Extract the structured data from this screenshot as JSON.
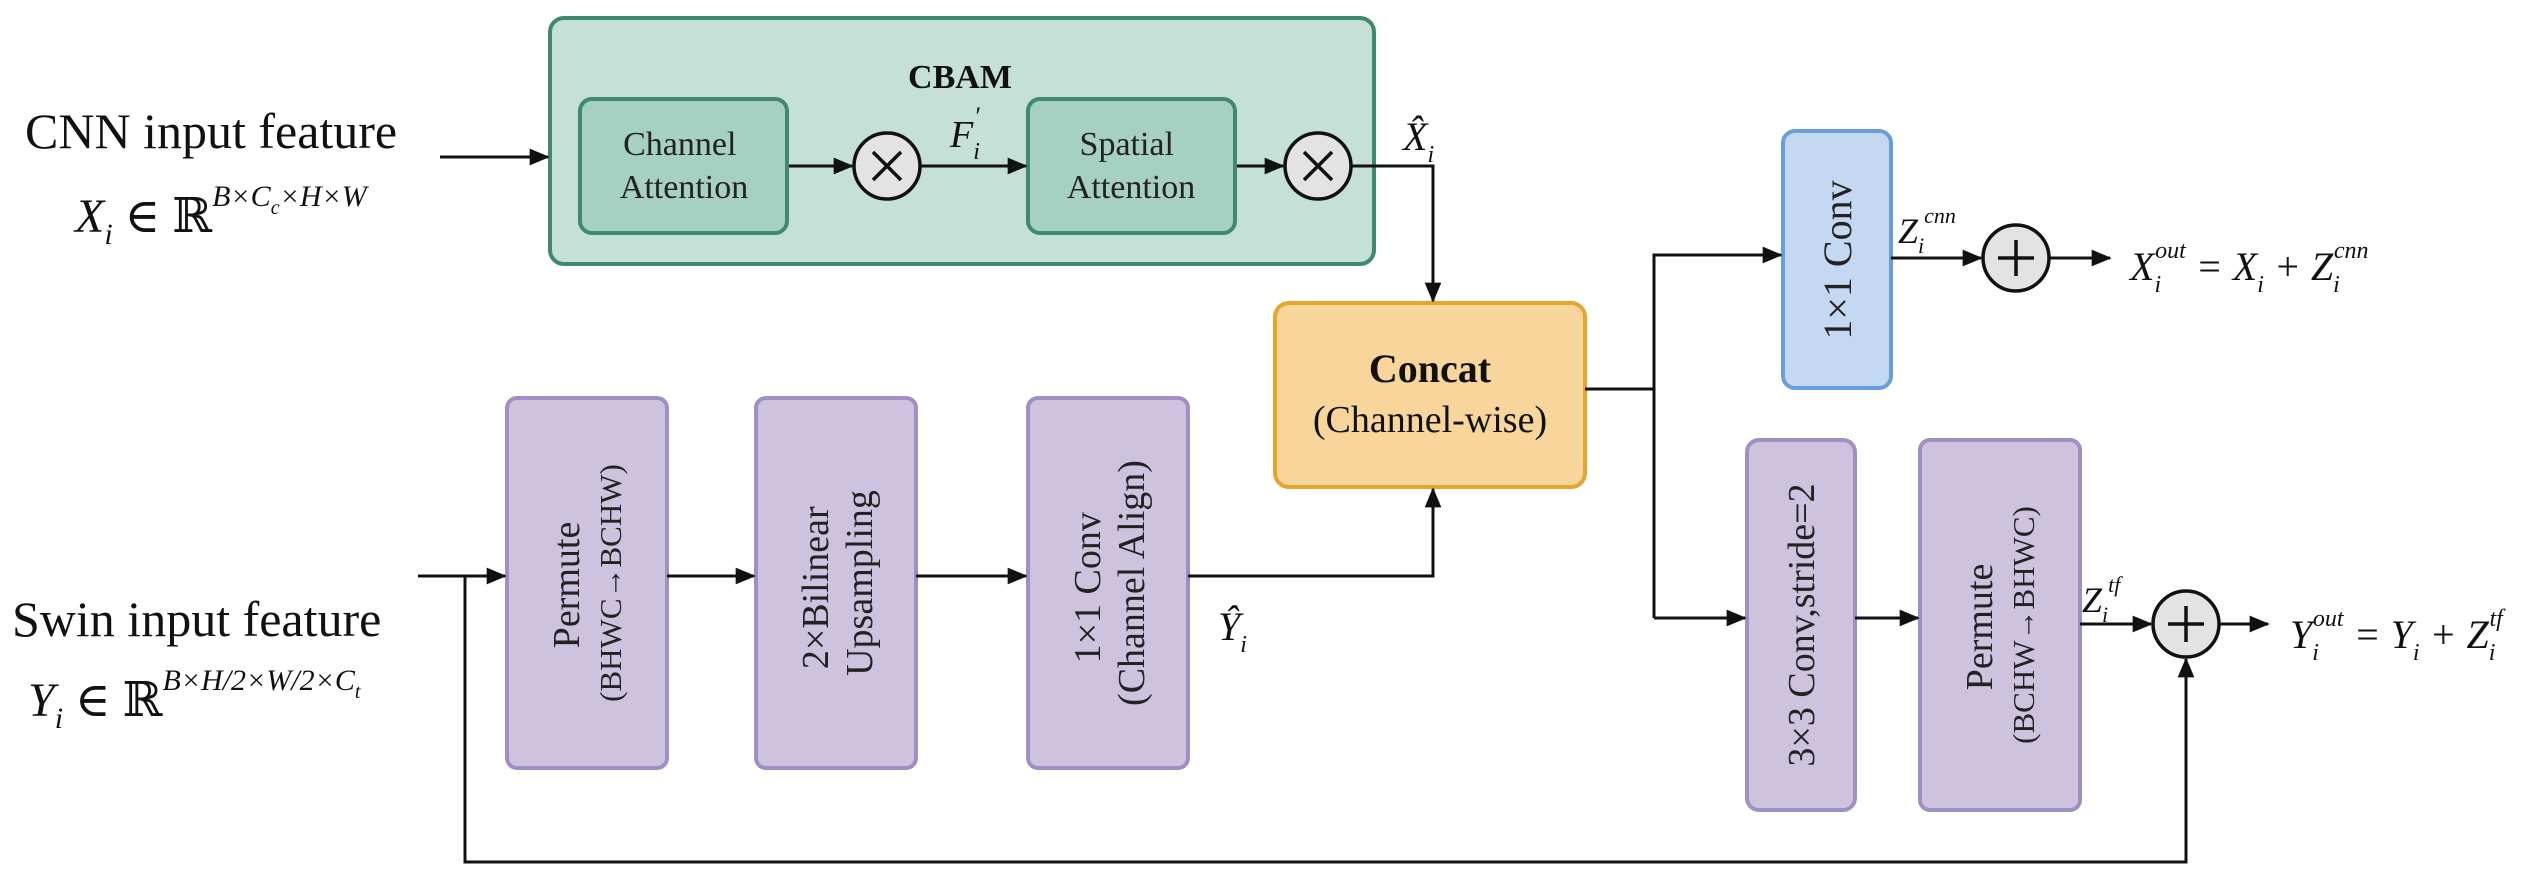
{
  "diagram": {
    "inputs": {
      "cnn_label": "CNN input feature",
      "cnn_var": "X",
      "cnn_sub": "i",
      "cnn_domain": "∈ ℝ",
      "cnn_shape_a": "B×C",
      "cnn_shape_sub": "c",
      "cnn_shape_b": "×H×W",
      "swin_label": "Swin input feature",
      "swin_var": "Y",
      "swin_sub": "i",
      "swin_domain": "∈ ℝ",
      "swin_shape": "B×H/2×W/2×C",
      "swin_shape_sub": "t"
    },
    "cbam": {
      "title": "CBAM",
      "channel_attention": [
        "Channel",
        "Attention"
      ],
      "spatial_attention": [
        "Spatial",
        "Attention"
      ],
      "intermediate_var": "F",
      "intermediate_sub": "i",
      "intermediate_sup": "′",
      "output_var": "X̂",
      "output_sub": "i"
    },
    "swin_branch": {
      "permute_1": [
        "Permute",
        "(BHWC→BCHW)"
      ],
      "upsample": [
        "2×Bilinear",
        "Upsampling"
      ],
      "conv_align": [
        "1×1 Conv",
        "(Channel Align)"
      ],
      "output_var": "Ŷ",
      "output_sub": "i"
    },
    "concat": {
      "title": "Concat",
      "subtitle": "(Channel-wise)"
    },
    "top_out": {
      "conv": "1×1 Conv",
      "z_var": "Z",
      "z_sub": "i",
      "z_sup": "cnn",
      "eq_lhs": "X",
      "eq_lhs_sub": "i",
      "eq_lhs_sup": "out",
      "eq_rest_1": "= X",
      "eq_rest_sub": "i",
      "eq_rest_2": "+ Z",
      "eq_rest_sub2": "i",
      "eq_rest_sup2": "cnn"
    },
    "bottom_out": {
      "conv": "3×3 Conv,stride=2",
      "permute_2": [
        "Permute",
        "(BCHW→BHWC)"
      ],
      "z_var": "Z",
      "z_sub": "i",
      "z_sup": "tf",
      "eq_lhs": "Y",
      "eq_lhs_sub": "i",
      "eq_lhs_sup": "out",
      "eq_rest_1": "= Y",
      "eq_rest_sub": "i",
      "eq_rest_2": "+ Z",
      "eq_rest_sub2": "i",
      "eq_rest_sup2": "tf"
    },
    "ops": {
      "multiply_icon": "circle-times-icon",
      "add_icon": "circle-plus-icon"
    },
    "colors": {
      "cbam_fill": "#c5e0d7",
      "cbam_stroke": "#3f8a6b",
      "attention_fill": "#a6d0c2",
      "purple_fill": "#cdc3de",
      "purple_stroke": "#a08fc3",
      "concat_fill": "#f8d69b",
      "concat_stroke": "#e6a52c",
      "conv_fill": "#c5d8f2",
      "conv_stroke": "#6a9ce0",
      "op_fill": "#e3e3e3"
    }
  }
}
